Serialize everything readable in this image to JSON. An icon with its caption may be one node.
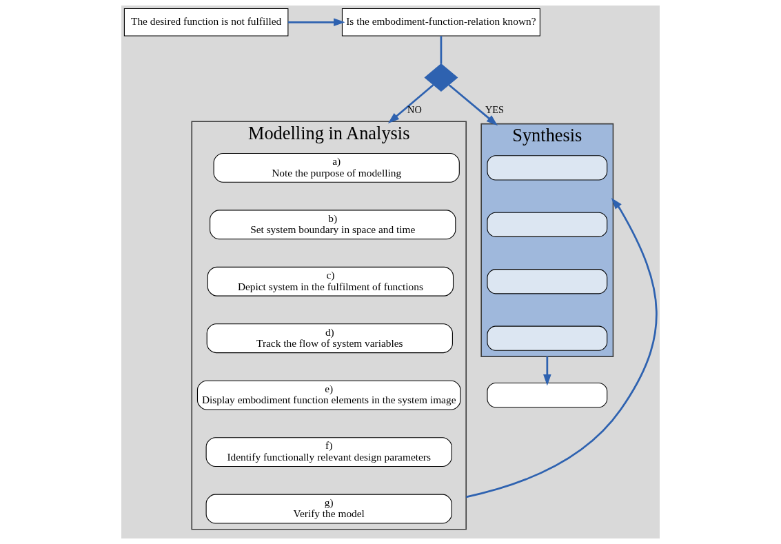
{
  "diagram": {
    "nodes": [
      {
        "text": [
          "The desired function is not fulfilled"
        ]
      },
      {
        "text": [
          "Is the embodiment-function-relation known?"
        ]
      },
      {
        "text": [],
        "shape": "diamond"
      },
      {
        "text": [
          "Modelling in Analysis"
        ]
      },
      {
        "text": [
          "a)",
          "Note the purpose of modelling"
        ],
        "in": 3
      },
      {
        "text": [
          "b)",
          "Set system boundary in space and time"
        ],
        "in": 3
      },
      {
        "text": [
          "c)",
          "Depict system in the fulfilment of functions"
        ],
        "in": 3
      },
      {
        "text": [
          "d)",
          "Track the flow of system variables"
        ],
        "in": 3
      },
      {
        "text": [
          "e)",
          "Display embodiment function elements in the system image"
        ],
        "in": 3
      },
      {
        "text": [
          "f)",
          "Identify functionally relevant design parameters"
        ],
        "in": 3
      },
      {
        "text": [
          "g)",
          "Verify the model"
        ],
        "in": 3
      },
      {
        "text": [
          "Synthesis"
        ]
      },
      {
        "text": [],
        "shape": "box",
        "in": 11
      },
      {
        "text": [],
        "shape": "box",
        "in": 11
      },
      {
        "text": [],
        "shape": "box",
        "in": 11
      },
      {
        "text": [],
        "shape": "box",
        "in": 11
      },
      {
        "text": [],
        "shape": "box"
      }
    ],
    "edges": [
      {
        "from": 0,
        "to": 1,
        "arrow": "to"
      },
      {
        "from": 1,
        "to": 2,
        "arrow": "none"
      },
      {
        "from": 2,
        "to": 3,
        "arrow": "to",
        "label": "NO"
      },
      {
        "from": 2,
        "to": 11,
        "arrow": "to",
        "label": "YES"
      },
      {
        "from": 3,
        "to": 11,
        "arrow": "to"
      },
      {
        "from": 11,
        "to": 16,
        "arrow": "to"
      }
    ]
  }
}
